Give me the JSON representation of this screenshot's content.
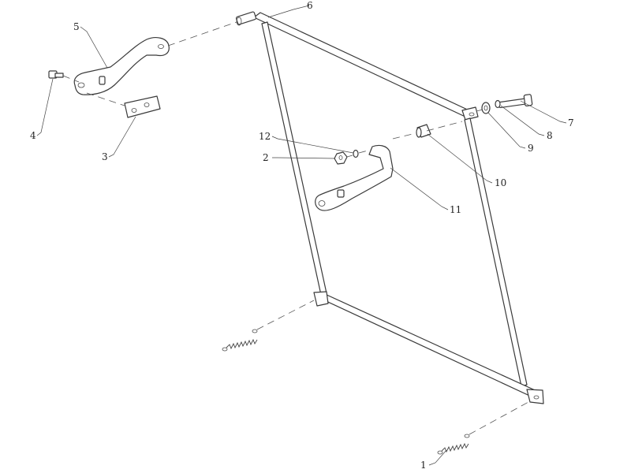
{
  "diagram": {
    "callouts": {
      "c1": "1",
      "c2": "2",
      "c3": "3",
      "c4": "4",
      "c5": "5",
      "c6": "6",
      "c7": "7",
      "c8": "8",
      "c9": "9",
      "c10": "10",
      "c11": "11",
      "c12": "12"
    },
    "colors": {
      "line": "#3a3a3a",
      "background": "#ffffff"
    }
  }
}
